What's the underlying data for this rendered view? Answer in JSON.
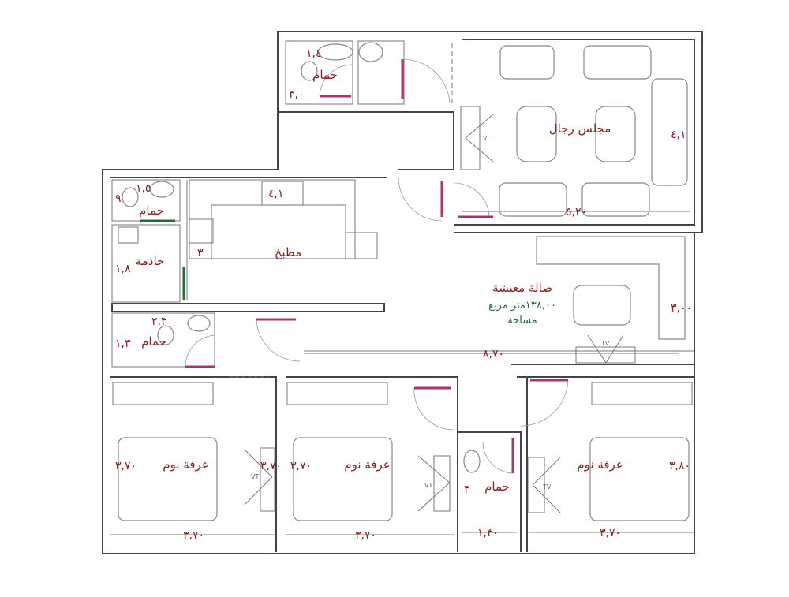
{
  "rooms": {
    "majlis": "مجلس رجال",
    "living": "صالة معيشة",
    "living_area": "١٣٨,٠٠متر مربع",
    "living_area_label": "مساحة",
    "kitchen": "مطبخ",
    "maid": "خادمة",
    "bath_top": "حمام",
    "bath_maid": "حمام",
    "bath_left": "حمام",
    "bath_center": "حمام",
    "bedroom_left": "غرفة نوم",
    "bedroom_mid": "غرفة نوم",
    "bedroom_right": "غرفة نوم"
  },
  "dimensions": {
    "bath_top_w": "١,٤",
    "bath_top_h": "٣,٠",
    "bath_maid_w": "١,٥",
    "bath_maid_h": "٩",
    "kitchen_sink": "٤,١",
    "kitchen_side": "٣",
    "maid_h": "١,٨",
    "bath_left_w": "٢,٣",
    "bath_left_h": "١,٣",
    "majlis_w": "٥,٢٠",
    "majlis_h": "٤,١",
    "living_h": "٣,٠٠",
    "living_w": "٨,٧٠",
    "bed_left_w": "٣,٧٠",
    "bed_left_h": "٣,٧٠",
    "bed_left_h2": "٣,٧٠",
    "bed_mid_w": "٣,٧٠",
    "bed_mid_h": "٣,٧٠",
    "bath_center_w": "١,٣٠",
    "bath_center_h": "٣",
    "bed_right_w": "٣,٧٠",
    "bed_right_h": "٣,٨٠"
  },
  "tv_labels": [
    "TV",
    "VT",
    "VT",
    "TV",
    "TV"
  ],
  "colors": {
    "label": "#8b1a1a",
    "area": "#1f6b3a",
    "door_leaf": "#b0306e",
    "partition": "#1f6b3a"
  }
}
